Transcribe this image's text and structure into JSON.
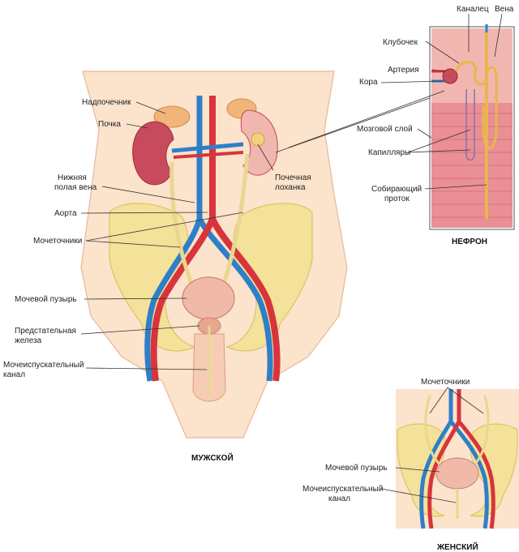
{
  "labels": {
    "adrenal": "Надпочечник",
    "kidney": "Почка",
    "ivc_1": "Нижняя",
    "ivc_2": "полая вена",
    "aorta": "Аорта",
    "ureters": "Мочеточники",
    "bladder": "Мочевой пузырь",
    "prostate_1": "Предстательная",
    "prostate_2": "железа",
    "urethra_1": "Мочеиспускательный",
    "urethra_2": "канал",
    "renal_pelvis_1": "Почечная",
    "renal_pelvis_2": "лоханка",
    "cortex": "Кора",
    "medulla": "Мозговой слой",
    "glomerulus": "Клубочек",
    "artery": "Артерия",
    "tubule": "Каналец",
    "vein": "Вена",
    "capillaries": "Капилляры",
    "collecting_1": "Собирающий",
    "collecting_2": "проток",
    "f_ureters": "Мочеточники",
    "f_bladder": "Мочевой пузырь",
    "f_urethra_1": "Мочеиспускательный",
    "f_urethra_2": "канал"
  },
  "captions": {
    "male": "МУЖСКОЙ",
    "nephron": "НЕФРОН",
    "female": "ЖЕНСКИЙ"
  },
  "colors": {
    "skin": "#fbe3cc",
    "skin_edge": "#e8b896",
    "bone": "#f4e19a",
    "bone_edge": "#d9bd5a",
    "kidney": "#c84a5d",
    "kidney_inner": "#f2b6b0",
    "adrenal": "#f1b57a",
    "artery": "#d8343c",
    "vein": "#2f7fc8",
    "ureter": "#e9d78f",
    "bladder": "#f0b9a8",
    "tissue": "#e98f95"
  }
}
